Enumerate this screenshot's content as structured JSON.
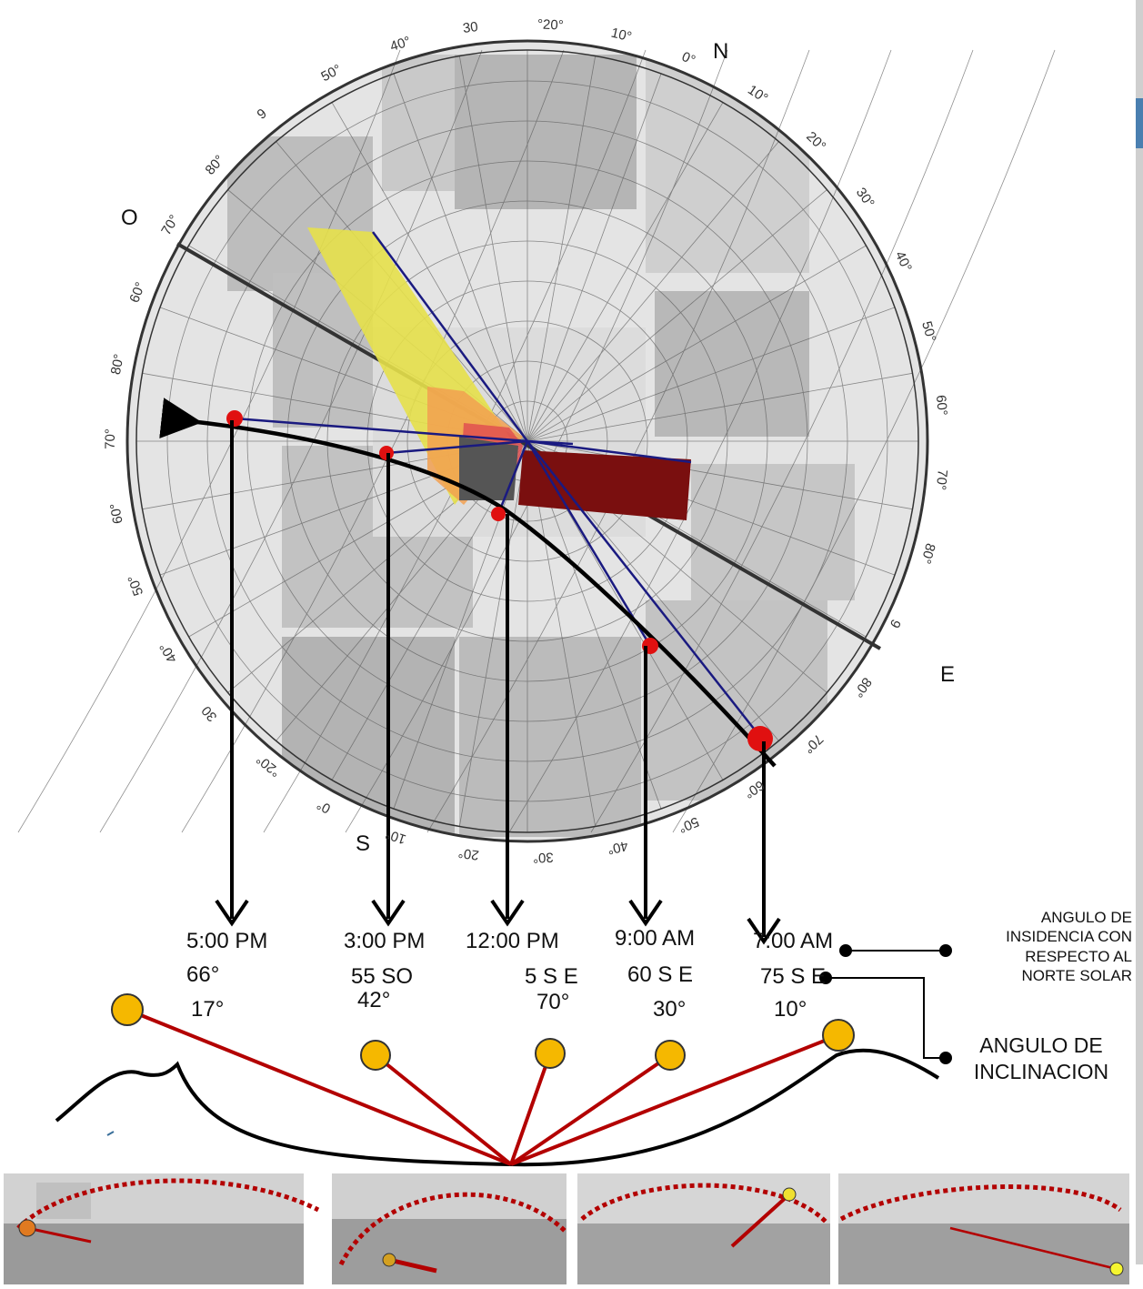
{
  "cardinal": {
    "north": "N",
    "south": "S",
    "east": "E",
    "west": "O"
  },
  "diagram_ticks": [
    "50°",
    "40°",
    "30",
    "°20°",
    "10°",
    "0°",
    "10°",
    "20°",
    "30°",
    "40°",
    "50°",
    "60°",
    "70°",
    "80°",
    "9",
    "80°",
    "70°",
    "60°",
    "50°",
    "40°",
    "30°",
    "20°",
    "10°",
    "0°",
    "°20°",
    "30",
    "40°",
    "50°",
    "60°",
    "70°",
    "80°",
    "60°",
    "70°",
    "80°",
    "9"
  ],
  "times": [
    {
      "time": "5:00 PM",
      "azimuth": "66°",
      "altitude": "17°"
    },
    {
      "time": "3:00 PM",
      "azimuth": "55 SO",
      "altitude": "42°"
    },
    {
      "time": "12:00 PM",
      "azimuth": "5 S E",
      "altitude": "70°"
    },
    {
      "time": "9:00 AM",
      "azimuth": "60 S E",
      "altitude": "30°"
    },
    {
      "time": "7:00 AM",
      "azimuth": "75 S E",
      "altitude": "10°"
    }
  ],
  "legend": {
    "incidence": [
      "ANGULO DE",
      "INSIDENCIA CON",
      "RESPECTO AL",
      "NORTE SOLAR"
    ],
    "inclination": [
      "ANGULO DE",
      "INCLINACION"
    ]
  },
  "colors": {
    "sun": "#f5b800",
    "sun_ray": "#b30000",
    "path": "#000000",
    "shadow_yellow": "#e6e04a",
    "shadow_orange": "#f2a050",
    "shadow_dark": "#7a0f0f",
    "solar_line": "#1a1a80",
    "marker": "#e01010"
  }
}
